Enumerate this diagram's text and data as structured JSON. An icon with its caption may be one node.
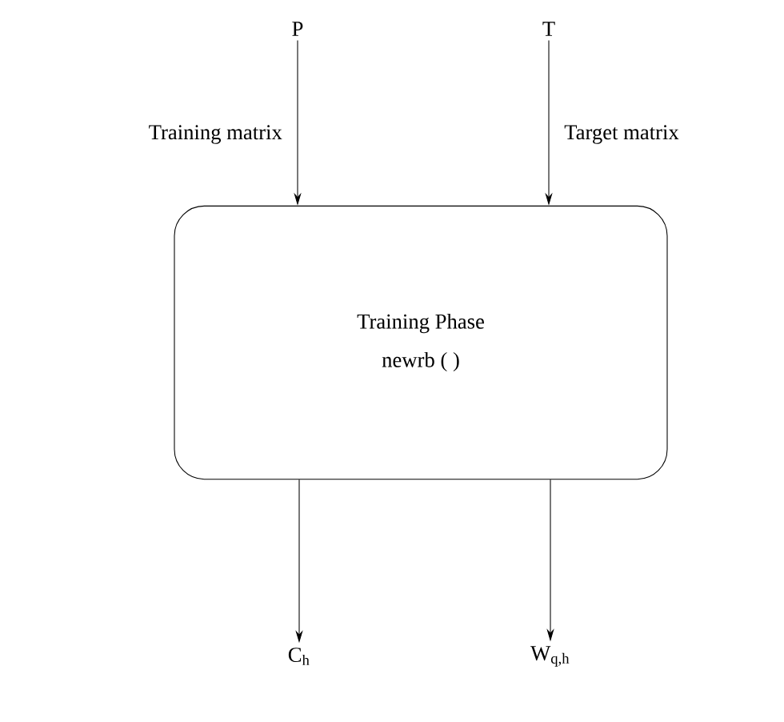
{
  "diagram": {
    "nodes": [
      {
        "text": [
          "P"
        ]
      },
      {
        "text": [
          "T"
        ]
      },
      {
        "text": [
          "Training Phase",
          "newrb ( )"
        ]
      },
      {
        "text": [
          "C$_{h}$"
        ]
      },
      {
        "text": [
          "W$_{q,h}$"
        ]
      }
    ],
    "edges": [
      {
        "from": 0,
        "to": 2,
        "arrow": "to",
        "label": "Training matrix"
      },
      {
        "from": 1,
        "to": 2,
        "arrow": "to",
        "label": "Target matrix"
      },
      {
        "from": 2,
        "to": 3,
        "arrow": "to"
      },
      {
        "from": 2,
        "to": 4,
        "arrow": "to"
      }
    ]
  }
}
